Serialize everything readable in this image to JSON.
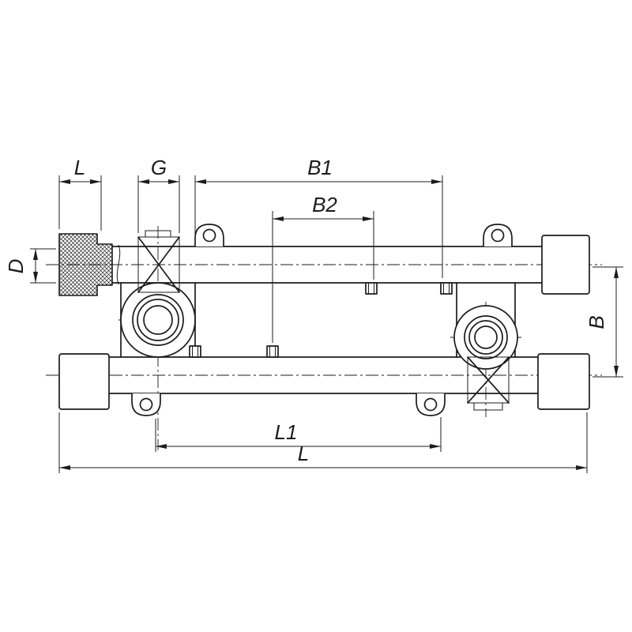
{
  "dims": {
    "l_fitting": "L",
    "g_thread": "G",
    "b1": "B1",
    "b2": "B2",
    "d": "D",
    "b": "B",
    "l1": "L1",
    "l_total": "L"
  },
  "colors": {
    "line": "#1c1c1c",
    "background": "#ffffff"
  }
}
